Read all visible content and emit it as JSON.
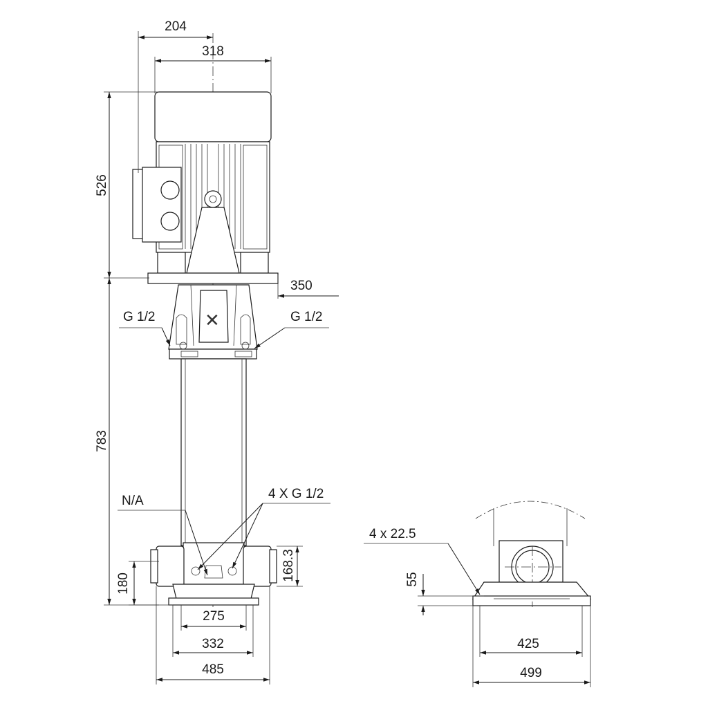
{
  "dimensions": {
    "d204": "204",
    "d318": "318",
    "d526": "526",
    "d350": "350",
    "d783": "783",
    "d180": "180",
    "d168_3": "168.3",
    "d275": "275",
    "d332": "332",
    "d485": "485",
    "d55": "55",
    "d425": "425",
    "d499": "499"
  },
  "labels": {
    "g12_left": "G 1/2",
    "g12_right": "G 1/2",
    "na": "N/A",
    "four_g12": "4 X G 1/2",
    "holes": "4 x 22.5"
  },
  "colors": {
    "line": "#1a1a1a",
    "background": "#ffffff"
  }
}
